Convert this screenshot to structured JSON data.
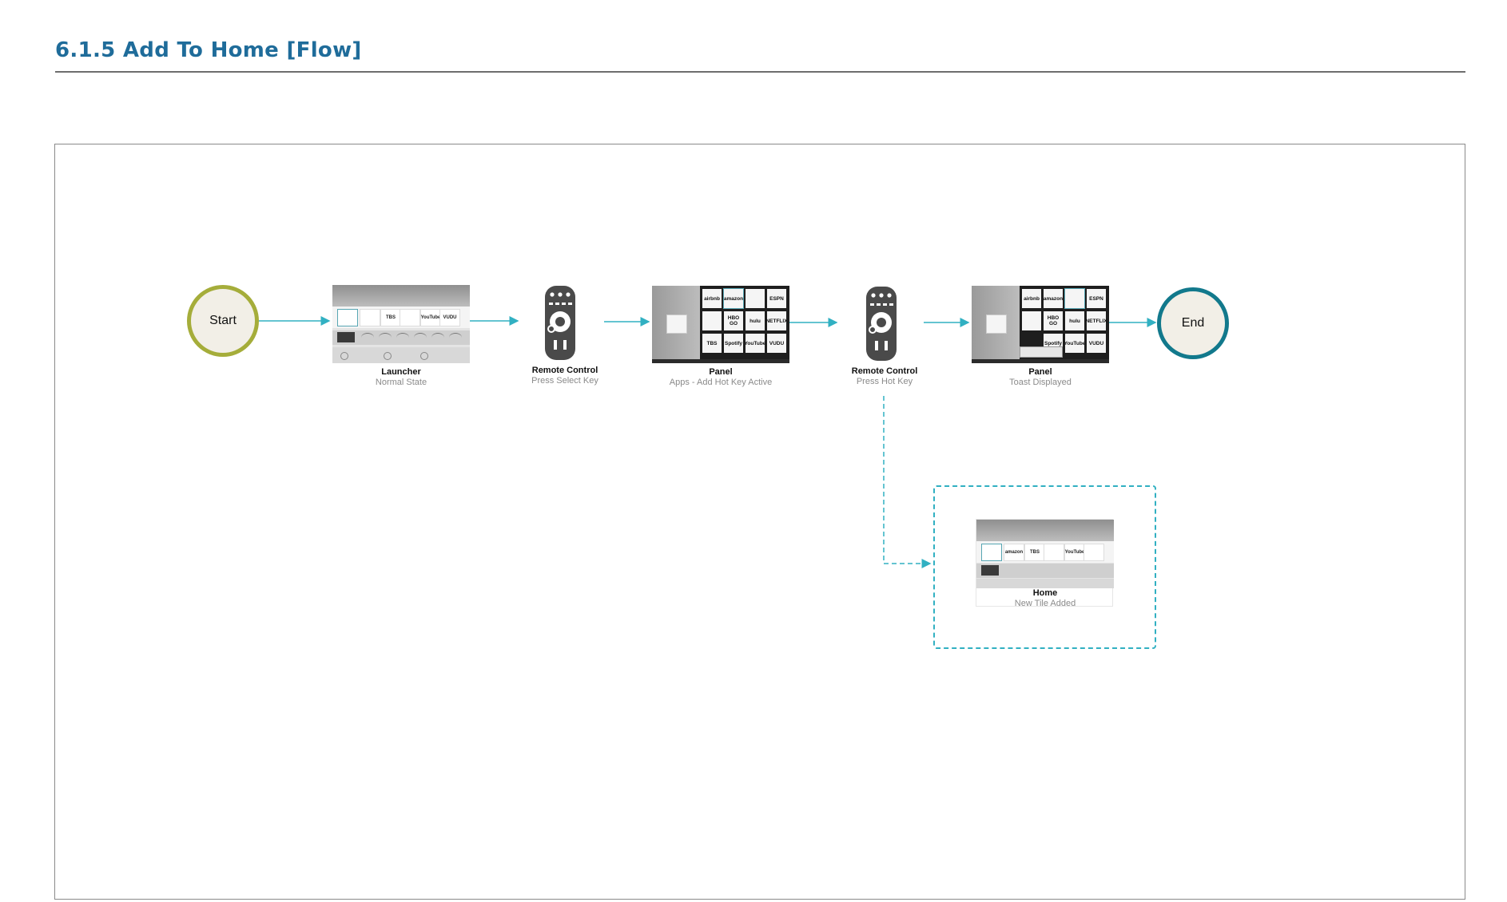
{
  "page": {
    "title": "6.1.5  Add To Home [Flow]"
  },
  "nodes": {
    "start": {
      "label": "Start"
    },
    "end": {
      "label": "End"
    },
    "launcher": {
      "title": "Launcher",
      "subtitle": "Normal State"
    },
    "remote1": {
      "title": "Remote Control",
      "subtitle": "Press Select Key"
    },
    "panel1": {
      "title": "Panel",
      "subtitle": "Apps - Add Hot Key Active"
    },
    "remote2": {
      "title": "Remote Control",
      "subtitle": "Press Hot Key"
    },
    "panel2": {
      "title": "Panel",
      "subtitle": "Toast Displayed"
    },
    "home": {
      "title": "Home",
      "subtitle": "New Tile Added"
    }
  },
  "thumb_text": {
    "launcher_tiles": [
      "",
      "",
      "TBS",
      "",
      "YouTube",
      "VUDU",
      ""
    ],
    "panel_tiles": [
      "airbnb",
      "amazon",
      "",
      "ESPN",
      "",
      "HBO GO",
      "hulu",
      "NETFLIX",
      "TBS",
      "Spotify",
      "YouTube",
      "VUDU"
    ]
  },
  "colors": {
    "start_ring": "#a5ad3a",
    "end_ring": "#12798c",
    "connector": "#31b0c2",
    "title": "#1f6c9a"
  }
}
